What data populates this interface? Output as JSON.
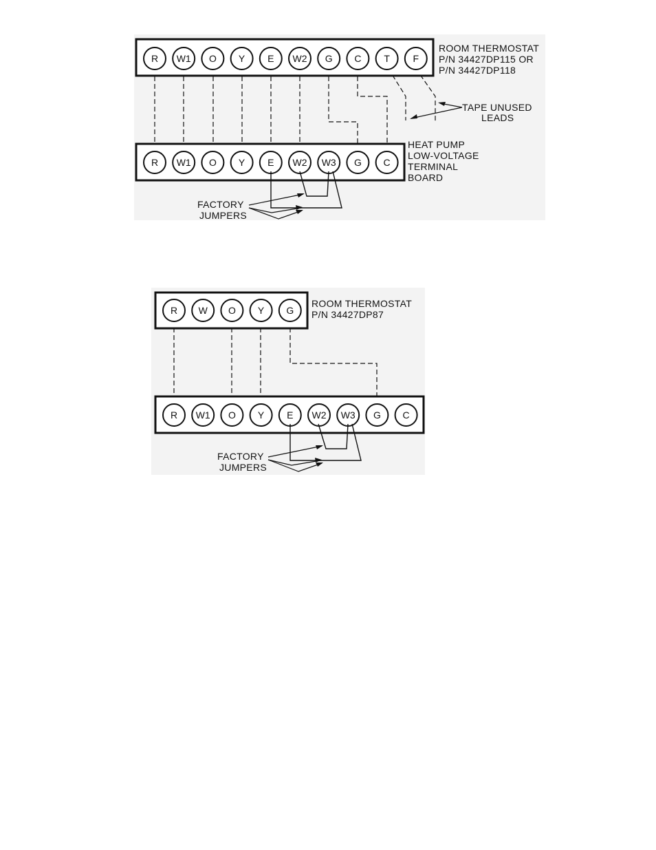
{
  "diagram1": {
    "thermostat_terminals": [
      "R",
      "W1",
      "O",
      "Y",
      "E",
      "W2",
      "G",
      "C",
      "T",
      "F"
    ],
    "thermostat_caption": [
      "ROOM THERMOSTAT",
      "P/N 34427DP115 OR",
      "P/N 34427DP118"
    ],
    "unused_caption": [
      "TAPE UNUSED",
      "LEADS"
    ],
    "board_terminals": [
      "R",
      "W1",
      "O",
      "Y",
      "E",
      "W2",
      "W3",
      "G",
      "C"
    ],
    "board_caption": [
      "HEAT PUMP",
      "LOW-VOLTAGE",
      "TERMINAL",
      "BOARD"
    ],
    "jumpers_caption": [
      "FACTORY",
      "JUMPERS"
    ]
  },
  "diagram2": {
    "thermostat_terminals": [
      "R",
      "W",
      "O",
      "Y",
      "G"
    ],
    "thermostat_caption": [
      "ROOM THERMOSTAT",
      "P/N 34427DP87"
    ],
    "board_terminals": [
      "R",
      "W1",
      "O",
      "Y",
      "E",
      "W2",
      "W3",
      "G",
      "C"
    ],
    "jumpers_caption": [
      "FACTORY",
      "JUMPERS"
    ]
  }
}
